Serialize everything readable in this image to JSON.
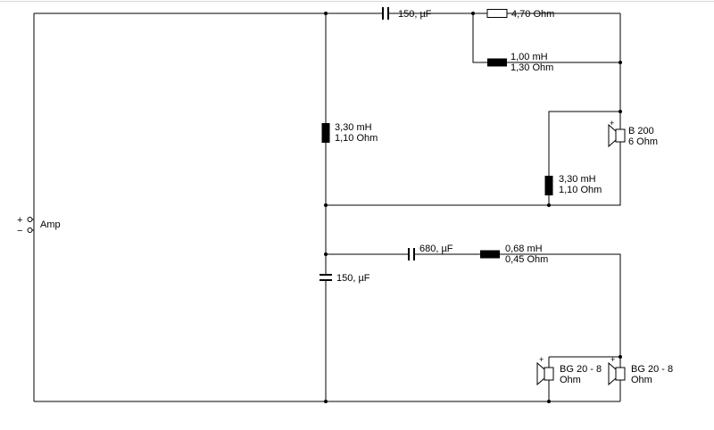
{
  "colors": {
    "background": "#ffffff",
    "wire": "#000000",
    "component_fill": "#000000",
    "top_border": "#d8d8d8"
  },
  "amp": {
    "label": "Amp",
    "plus": "+",
    "minus": "−"
  },
  "components": {
    "c1": {
      "value": "150, µF"
    },
    "r1": {
      "value": "4,70 Ohm"
    },
    "l1": {
      "value": "1,00 mH",
      "resistance": "1,30 Ohm"
    },
    "l2": {
      "value": "3,30 mH",
      "resistance": "1,10 Ohm"
    },
    "l3": {
      "value": "3,30 mH",
      "resistance": "1,10 Ohm"
    },
    "c2": {
      "value": "680, µF"
    },
    "l4": {
      "value": "0,68 mH",
      "resistance": "0,45 Ohm"
    },
    "c3": {
      "value": "150, µF"
    },
    "b200": {
      "line1": "B 200",
      "line2": "6 Ohm",
      "polarity": "+"
    },
    "bg20_left": {
      "line1": "BG 20 - 8",
      "line2": "Ohm",
      "polarity": "+"
    },
    "bg20_right": {
      "line1": "BG 20 - 8",
      "line2": "Ohm",
      "polarity": "+"
    }
  }
}
